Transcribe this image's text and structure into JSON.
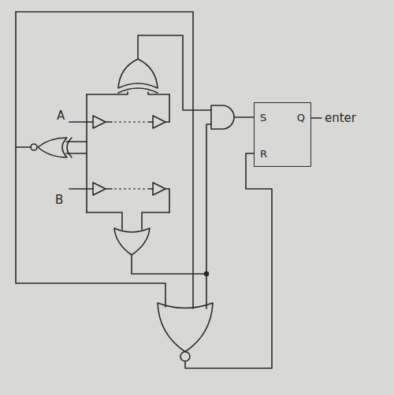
{
  "diagram": {
    "nodes": [
      {
        "text": [
          "S",
          "Q",
          "R"
        ]
      }
    ],
    "labels": [
      "A",
      "B",
      "enter"
    ]
  }
}
